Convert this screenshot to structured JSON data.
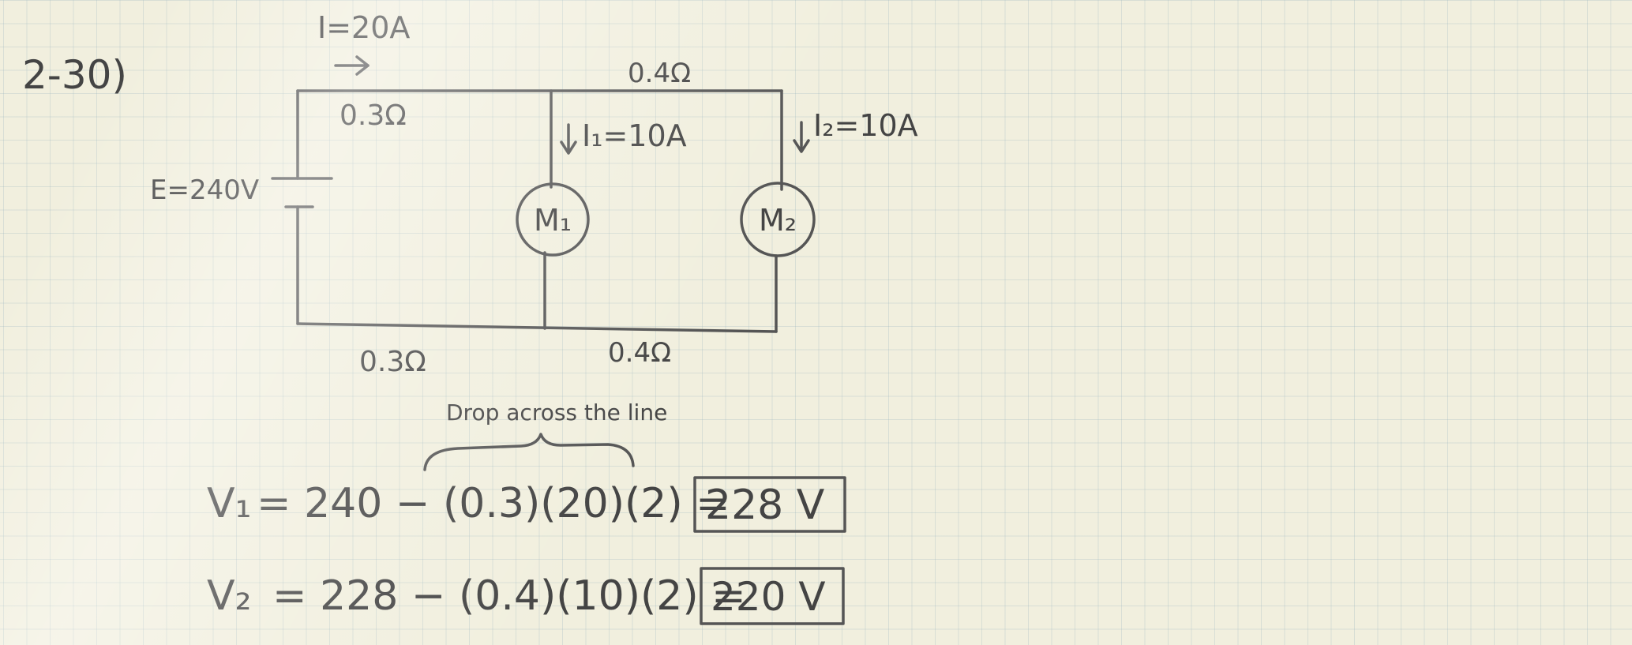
{
  "problem_number": "2-30)",
  "circuit": {
    "source": {
      "label": "E=240V"
    },
    "total_current": {
      "label": "I=20A"
    },
    "resistances": {
      "top_left": "0.3Ω",
      "top_right": "0.4Ω",
      "bottom_left": "0.3Ω",
      "bottom_right": "0.4Ω"
    },
    "branch_currents": {
      "i1": "I₁=10A",
      "i2": "I₂=10A"
    },
    "motors": {
      "m1": "M₁",
      "m2": "M₂"
    }
  },
  "annotation": "Drop across the line",
  "equations": [
    {
      "lhs": "V₁",
      "expr": "= 240 − (0.3)(20)(2) =",
      "result": "228 V"
    },
    {
      "lhs": "V₂",
      "expr": "= 228 − (0.4)(10)(2) =",
      "result": "220 V"
    }
  ]
}
